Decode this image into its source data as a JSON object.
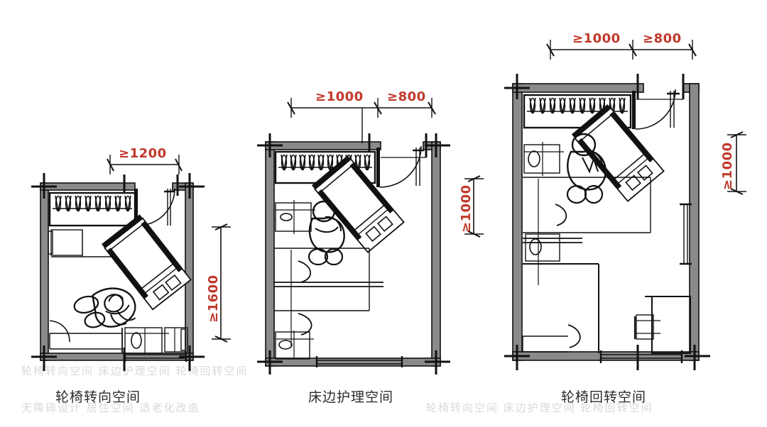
{
  "figure": {
    "background_color": "#ffffff",
    "wall_fill_color": "#8a8a8a",
    "line_color": "#111111",
    "dimension_text_color": "#c0392b",
    "caption_text_color": "#2b2b2b",
    "watermark_color": "#dcdcdc"
  },
  "panels": [
    {
      "id": "panel-wheelchair-turn",
      "caption": "轮椅转向空间",
      "dimensions": {
        "top": [
          {
            "label": "≥1200",
            "value": 1200,
            "orientation": "horizontal"
          }
        ],
        "side": [
          {
            "label": "≥1600",
            "value": 1600,
            "orientation": "vertical"
          }
        ]
      },
      "elements": [
        "wardrobe-with-hanging-clothes",
        "entry-door-swing",
        "wheelchair",
        "seated-person",
        "desk",
        "bed",
        "window",
        "washbasin"
      ]
    },
    {
      "id": "panel-bedside-care",
      "caption": "床边护理空间",
      "dimensions": {
        "top": [
          {
            "label": "≥1000",
            "value": 1000,
            "orientation": "horizontal"
          },
          {
            "label": "≥800",
            "value": 800,
            "orientation": "horizontal"
          }
        ],
        "side": [
          {
            "label": "≥1000",
            "value": 1000,
            "orientation": "vertical"
          }
        ]
      },
      "elements": [
        "wardrobe-with-hanging-clothes",
        "entry-door-swing",
        "wheelchair",
        "seated-person",
        "bed",
        "nightstand",
        "window",
        "washbasin"
      ]
    },
    {
      "id": "panel-wheelchair-rotation",
      "caption": "轮椅回转空间",
      "dimensions": {
        "top": [
          {
            "label": "≥1000",
            "value": 1000,
            "orientation": "horizontal"
          },
          {
            "label": "≥800",
            "value": 800,
            "orientation": "horizontal"
          }
        ],
        "side": [
          {
            "label": "≥1000",
            "value": 1000,
            "orientation": "vertical"
          }
        ]
      },
      "elements": [
        "wardrobe-with-hanging-clothes",
        "entry-door-swing",
        "wheelchair",
        "seated-person",
        "bed",
        "nightstand",
        "desk",
        "window",
        "washbasin"
      ]
    }
  ],
  "watermark": {
    "row1": "轮椅转向空间 床边护理空间 轮椅回转空间",
    "row2": "无障碍设计 居住空间 适老化改造"
  }
}
